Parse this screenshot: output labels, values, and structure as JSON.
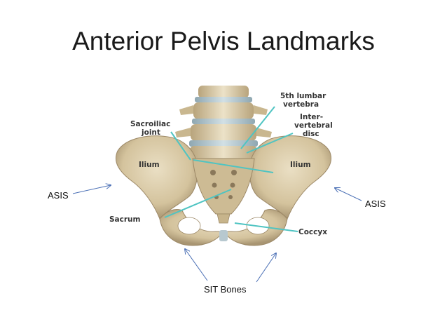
{
  "title": "Anterior Pelvis Landmarks",
  "labels": {
    "asis_left": "ASIS",
    "asis_right": "ASIS",
    "sit_bones": "SIT Bones"
  },
  "image_labels": {
    "l5_line1": "5th lumbar",
    "l5_line2": "vertebra",
    "disc_line1": "Inter-",
    "disc_line2": "vertebral",
    "disc_line3": "disc",
    "si_line1": "Sacroiliac",
    "si_line2": "joint",
    "ilium_left": "Ilium",
    "ilium_right": "Ilium",
    "sacrum": "Sacrum",
    "coccyx": "Coccyx"
  },
  "colors": {
    "bone": "#d8c9a6",
    "bone_shadow": "#a89572",
    "disc": "#b7c8cf",
    "pointer_line": "#4fc4c2",
    "arrow": "#4a6fb5"
  }
}
